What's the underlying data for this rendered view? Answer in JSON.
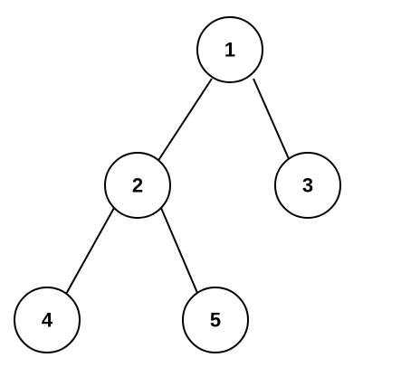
{
  "tree": {
    "nodes": [
      {
        "id": "n1",
        "label": "1"
      },
      {
        "id": "n2",
        "label": "2"
      },
      {
        "id": "n3",
        "label": "3"
      },
      {
        "id": "n4",
        "label": "4"
      },
      {
        "id": "n5",
        "label": "5"
      }
    ],
    "edges": [
      {
        "from": "n1",
        "to": "n2"
      },
      {
        "from": "n1",
        "to": "n3"
      },
      {
        "from": "n2",
        "to": "n4"
      },
      {
        "from": "n2",
        "to": "n5"
      }
    ]
  },
  "colors": {
    "stroke": "#000000",
    "fill": "#ffffff",
    "text": "#000000"
  }
}
